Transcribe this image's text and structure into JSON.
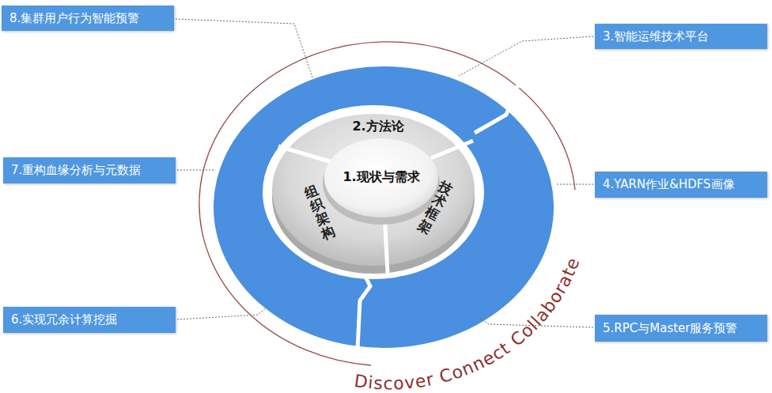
{
  "diagram": {
    "nodes": [
      {
        "text": [
          "8.集群用户行为智能预警"
        ]
      },
      {
        "text": [
          "3.智能运维技术平台"
        ]
      },
      {
        "text": [
          "2.方法论"
        ]
      },
      {
        "text": [
          "1.现状与需求"
        ]
      },
      {
        "text": [
          "组织架构"
        ]
      },
      {
        "text": [
          "技术框架"
        ]
      },
      {
        "text": [
          "7.重构血缘分析与元数据"
        ]
      },
      {
        "text": [
          "4.YARN作业&HDFS画像"
        ]
      },
      {
        "text": [
          "6.实现冗余计算挖掘"
        ]
      },
      {
        "text": [
          "5.RPC与Master服务预警"
        ]
      }
    ],
    "labels": [
      "Discover Connect Collaborate"
    ]
  }
}
